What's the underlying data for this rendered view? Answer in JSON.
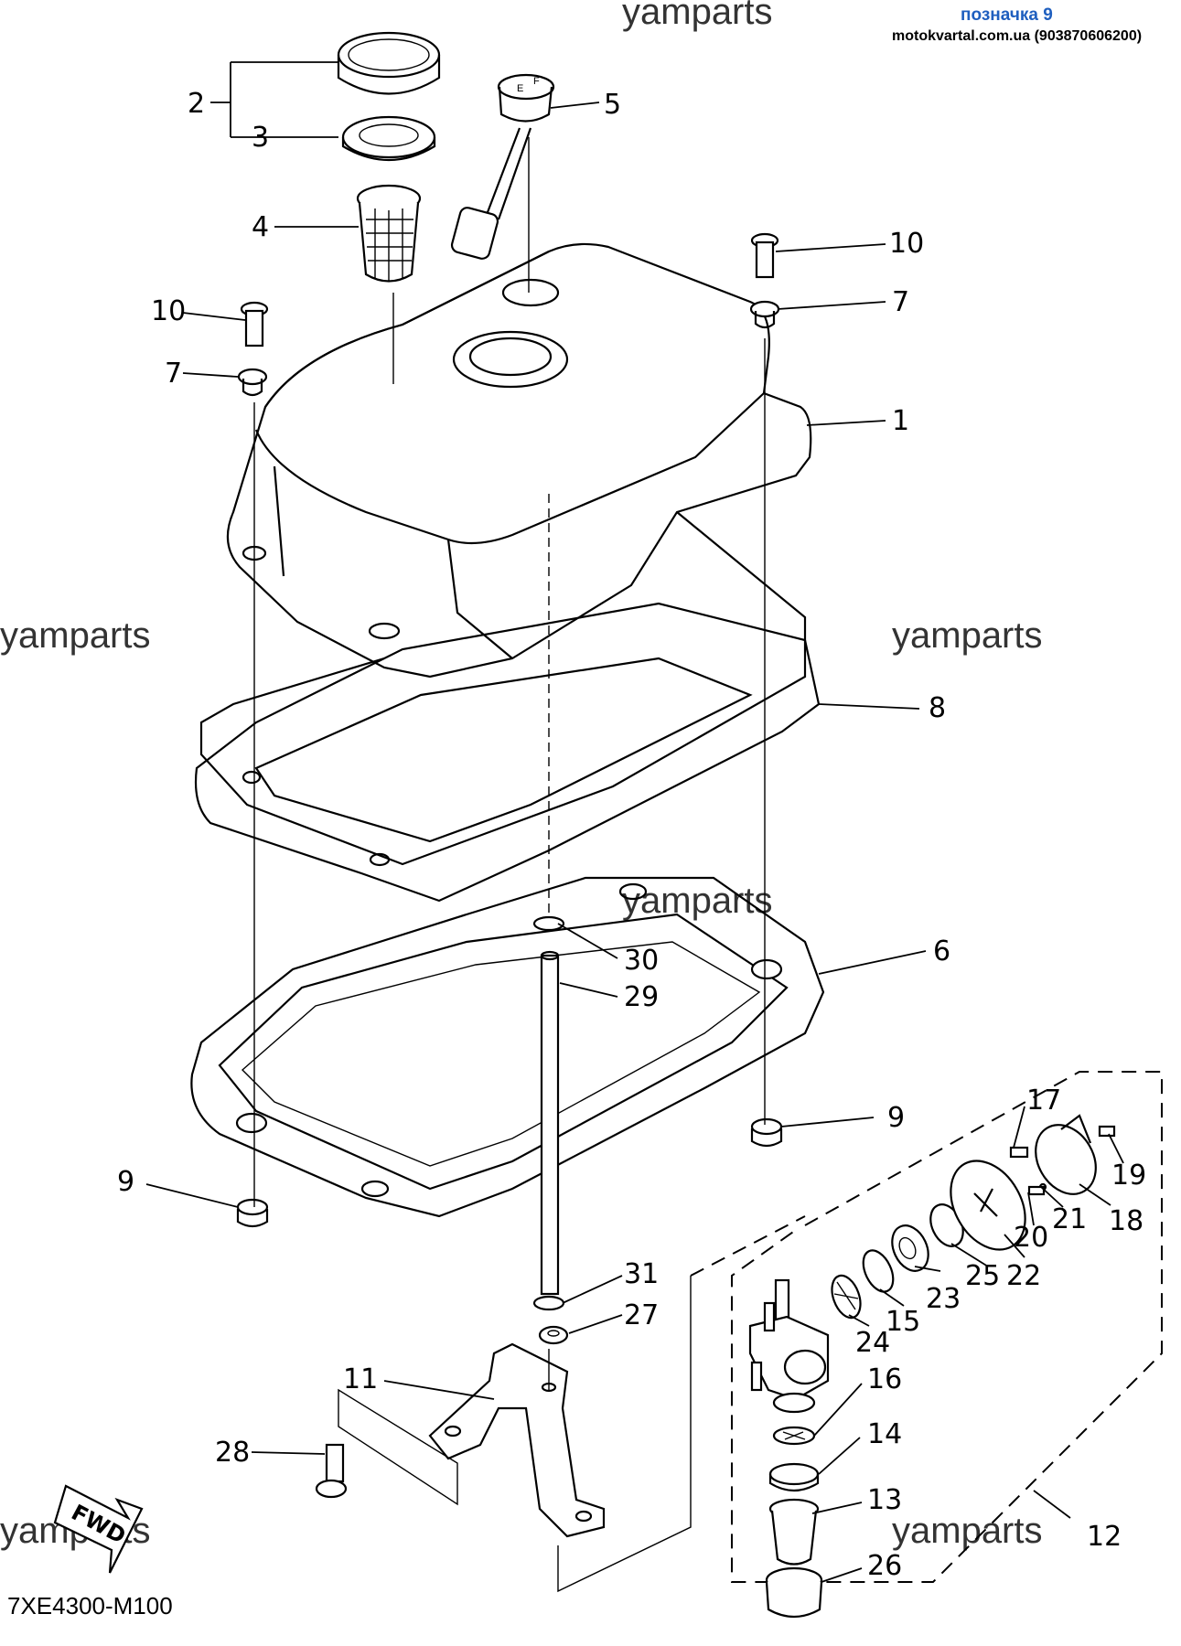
{
  "header": {
    "site_top": "yamparts",
    "label_blue": "позначка 9",
    "contact": "motokvartal.com.ua (903870606200)"
  },
  "watermarks": [
    "yamparts",
    "yamparts",
    "yamparts",
    "yamparts",
    "yamparts"
  ],
  "diagram_code": "7XE4300-M100",
  "fwd_label": "FWD",
  "callouts": [
    "2",
    "3",
    "4",
    "5",
    "10",
    "7",
    "10",
    "7",
    "1",
    "8",
    "30",
    "6",
    "29",
    "9",
    "9",
    "17",
    "19",
    "21",
    "18",
    "20",
    "22",
    "25",
    "23",
    "15",
    "24",
    "31",
    "27",
    "16",
    "11",
    "14",
    "28",
    "13",
    "12",
    "26"
  ]
}
